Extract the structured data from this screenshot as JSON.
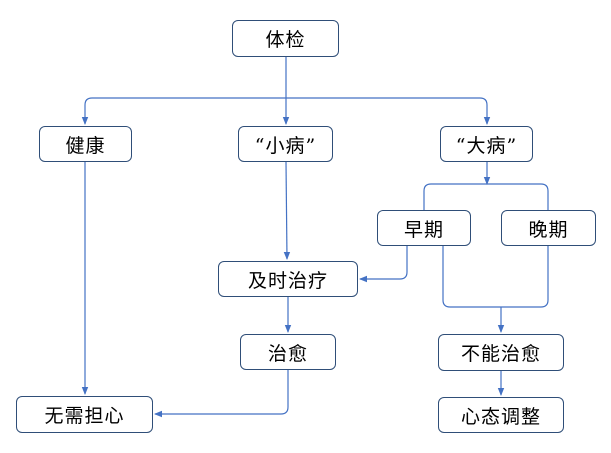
{
  "diagram": {
    "nodes": {
      "tijian": "体检",
      "jiankang": "健康",
      "xiaobing": "“小病”",
      "dabing": "“大病”",
      "zaoqi": "早期",
      "wanqi": "晚期",
      "jishi_zhiliao": "及时治疗",
      "zhiyu": "治愈",
      "buneng_zhiyu": "不能治愈",
      "wuxu_danxin": "无需担心",
      "xintai_tiaozheng": "心态调整"
    },
    "edges": [
      {
        "from": "体检",
        "to": "健康"
      },
      {
        "from": "体检",
        "to": "“小病”"
      },
      {
        "from": "体检",
        "to": "“大病”"
      },
      {
        "from": "“大病”",
        "to": "早期"
      },
      {
        "from": "“大病”",
        "to": "晚期"
      },
      {
        "from": "“小病”",
        "to": "及时治疗"
      },
      {
        "from": "早期",
        "to": "及时治疗"
      },
      {
        "from": "早期",
        "to": "不能治愈"
      },
      {
        "from": "晚期",
        "to": "不能治愈"
      },
      {
        "from": "及时治疗",
        "to": "治愈"
      },
      {
        "from": "治愈",
        "to": "无需担心"
      },
      {
        "from": "健康",
        "to": "无需担心"
      },
      {
        "from": "不能治愈",
        "to": "心态调整"
      }
    ],
    "colors": {
      "connector": "#4472c4",
      "box_border": "#2f4e78",
      "text": "#000000"
    }
  }
}
